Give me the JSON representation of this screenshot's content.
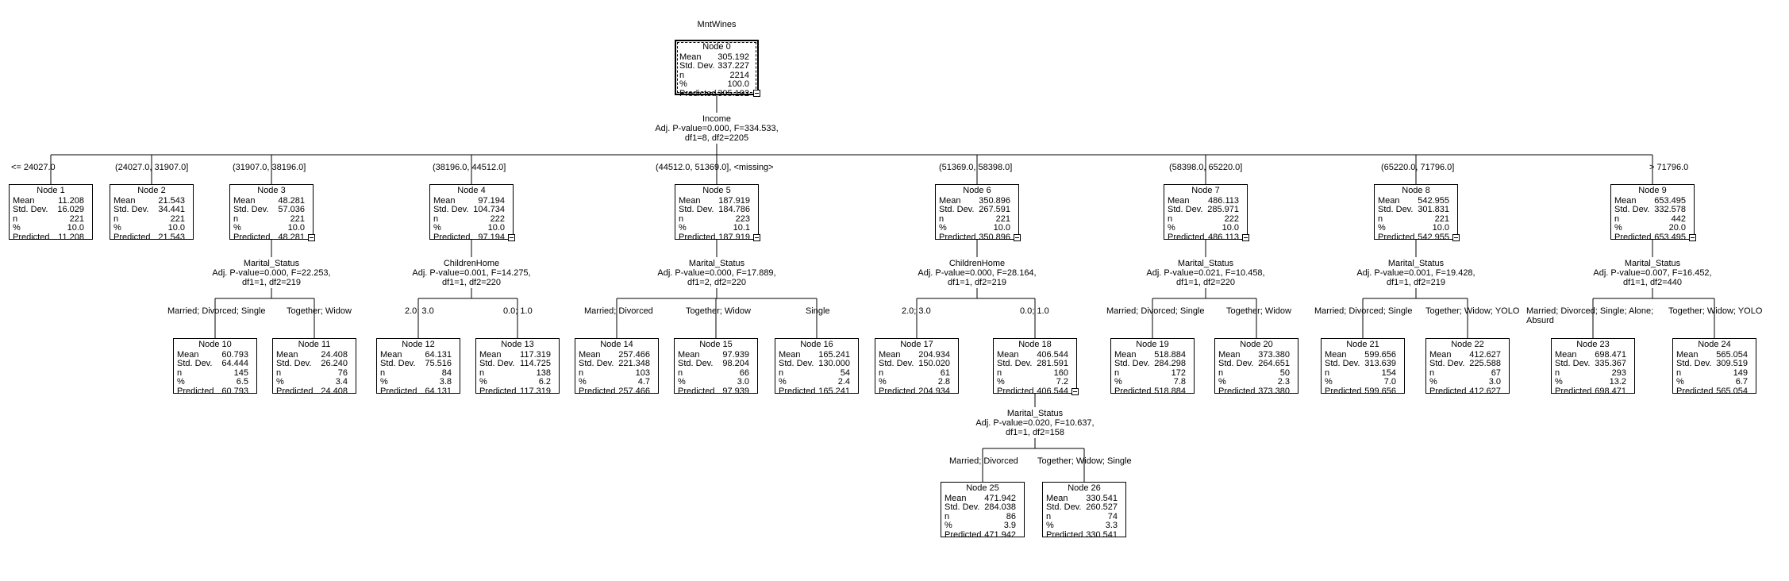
{
  "title": "MntWines",
  "stat_labels": {
    "mean": "Mean",
    "std": "Std. Dev.",
    "n": "n",
    "pct": "%",
    "pred": "Predicted"
  },
  "nodes": {
    "n0": {
      "name": "Node 0",
      "mean": "305.192",
      "std": "337.227",
      "n": "2214",
      "pct": "100.0",
      "pred": "305.192"
    },
    "n1": {
      "name": "Node 1",
      "mean": "11.208",
      "std": "16.029",
      "n": "221",
      "pct": "10.0",
      "pred": "11.208"
    },
    "n2": {
      "name": "Node 2",
      "mean": "21.543",
      "std": "34.441",
      "n": "221",
      "pct": "10.0",
      "pred": "21.543"
    },
    "n3": {
      "name": "Node 3",
      "mean": "48.281",
      "std": "57.036",
      "n": "221",
      "pct": "10.0",
      "pred": "48.281"
    },
    "n4": {
      "name": "Node 4",
      "mean": "97.194",
      "std": "104.734",
      "n": "222",
      "pct": "10.0",
      "pred": "97.194"
    },
    "n5": {
      "name": "Node 5",
      "mean": "187.919",
      "std": "184.786",
      "n": "223",
      "pct": "10.1",
      "pred": "187.919"
    },
    "n6": {
      "name": "Node 6",
      "mean": "350.896",
      "std": "267.591",
      "n": "221",
      "pct": "10.0",
      "pred": "350.896"
    },
    "n7": {
      "name": "Node 7",
      "mean": "486.113",
      "std": "285.971",
      "n": "222",
      "pct": "10.0",
      "pred": "486.113"
    },
    "n8": {
      "name": "Node 8",
      "mean": "542.955",
      "std": "301.831",
      "n": "221",
      "pct": "10.0",
      "pred": "542.955"
    },
    "n9": {
      "name": "Node 9",
      "mean": "653.495",
      "std": "332.578",
      "n": "442",
      "pct": "20.0",
      "pred": "653.495"
    },
    "n10": {
      "name": "Node 10",
      "mean": "60.793",
      "std": "64.444",
      "n": "145",
      "pct": "6.5",
      "pred": "60.793"
    },
    "n11": {
      "name": "Node 11",
      "mean": "24.408",
      "std": "26.240",
      "n": "76",
      "pct": "3.4",
      "pred": "24.408"
    },
    "n12": {
      "name": "Node 12",
      "mean": "64.131",
      "std": "75.516",
      "n": "84",
      "pct": "3.8",
      "pred": "64.131"
    },
    "n13": {
      "name": "Node 13",
      "mean": "117.319",
      "std": "114.725",
      "n": "138",
      "pct": "6.2",
      "pred": "117.319"
    },
    "n14": {
      "name": "Node 14",
      "mean": "257.466",
      "std": "221.348",
      "n": "103",
      "pct": "4.7",
      "pred": "257.466"
    },
    "n15": {
      "name": "Node 15",
      "mean": "97.939",
      "std": "98.204",
      "n": "66",
      "pct": "3.0",
      "pred": "97.939"
    },
    "n16": {
      "name": "Node 16",
      "mean": "165.241",
      "std": "130.000",
      "n": "54",
      "pct": "2.4",
      "pred": "165.241"
    },
    "n17": {
      "name": "Node 17",
      "mean": "204.934",
      "std": "150.020",
      "n": "61",
      "pct": "2.8",
      "pred": "204.934"
    },
    "n18": {
      "name": "Node 18",
      "mean": "406.544",
      "std": "281.591",
      "n": "160",
      "pct": "7.2",
      "pred": "406.544"
    },
    "n19": {
      "name": "Node 19",
      "mean": "518.884",
      "std": "284.298",
      "n": "172",
      "pct": "7.8",
      "pred": "518.884"
    },
    "n20": {
      "name": "Node 20",
      "mean": "373.380",
      "std": "264.651",
      "n": "50",
      "pct": "2.3",
      "pred": "373.380"
    },
    "n21": {
      "name": "Node 21",
      "mean": "599.656",
      "std": "313.639",
      "n": "154",
      "pct": "7.0",
      "pred": "599.656"
    },
    "n22": {
      "name": "Node 22",
      "mean": "412.627",
      "std": "225.588",
      "n": "67",
      "pct": "3.0",
      "pred": "412.627"
    },
    "n23": {
      "name": "Node 23",
      "mean": "698.471",
      "std": "335.367",
      "n": "293",
      "pct": "13.2",
      "pred": "698.471"
    },
    "n24": {
      "name": "Node 24",
      "mean": "565.054",
      "std": "309.519",
      "n": "149",
      "pct": "6.7",
      "pred": "565.054"
    },
    "n25": {
      "name": "Node 25",
      "mean": "471.942",
      "std": "284.038",
      "n": "86",
      "pct": "3.9",
      "pred": "471.942"
    },
    "n26": {
      "name": "Node 26",
      "mean": "330.541",
      "std": "260.527",
      "n": "74",
      "pct": "3.3",
      "pred": "330.541"
    }
  },
  "splits": {
    "s0": {
      "var": "Income",
      "l1": "Adj. P-value=0.000, F=334.533,",
      "l2": "df1=8, df2=2205"
    },
    "s3": {
      "var": "Marital_Status",
      "l1": "Adj. P-value=0.000, F=22.253,",
      "l2": "df1=1, df2=219"
    },
    "s4": {
      "var": "ChildrenHome",
      "l1": "Adj. P-value=0.001, F=14.275,",
      "l2": "df1=1, df2=220"
    },
    "s5": {
      "var": "Marital_Status",
      "l1": "Adj. P-value=0.000, F=17.889,",
      "l2": "df1=2, df2=220"
    },
    "s6": {
      "var": "ChildrenHome",
      "l1": "Adj. P-value=0.000, F=28.164,",
      "l2": "df1=1, df2=219"
    },
    "s7": {
      "var": "Marital_Status",
      "l1": "Adj. P-value=0.021, F=10.458,",
      "l2": "df1=1, df2=220"
    },
    "s8": {
      "var": "Marital_Status",
      "l1": "Adj. P-value=0.001, F=19.428,",
      "l2": "df1=1, df2=219"
    },
    "s9": {
      "var": "Marital_Status",
      "l1": "Adj. P-value=0.007, F=16.452,",
      "l2": "df1=1, df2=440"
    },
    "s18": {
      "var": "Marital_Status",
      "l1": "Adj. P-value=0.020, F=10.637,",
      "l2": "df1=1, df2=158"
    }
  },
  "branches": {
    "b1": "<= 24027.0",
    "b2": "(24027.0, 31907.0]",
    "b3": "(31907.0, 38196.0]",
    "b4": "(38196.0, 44512.0]",
    "b5": "(44512.0, 51369.0], <missing>",
    "b6": "(51369.0, 58398.0]",
    "b7": "(58398.0, 65220.0]",
    "b8": "(65220.0, 71796.0]",
    "b9": "> 71796.0",
    "b10": "Married; Divorced; Single",
    "b11": "Together; Widow",
    "b12": "2.0; 3.0",
    "b13": "0.0; 1.0",
    "b14": "Married; Divorced",
    "b15": "Together; Widow",
    "b16": "Single",
    "b17": "2.0; 3.0",
    "b18": "0.0; 1.0",
    "b19": "Married; Divorced; Single",
    "b20": "Together; Widow",
    "b21": "Married; Divorced; Single",
    "b22": "Together; Widow; YOLO",
    "b23a": "Married; Divorced; Single; Alone;",
    "b23b": "Absurd",
    "b24": "Together; Widow; YOLO",
    "b25": "Married; Divorced",
    "b26": "Together; Widow; Single"
  }
}
